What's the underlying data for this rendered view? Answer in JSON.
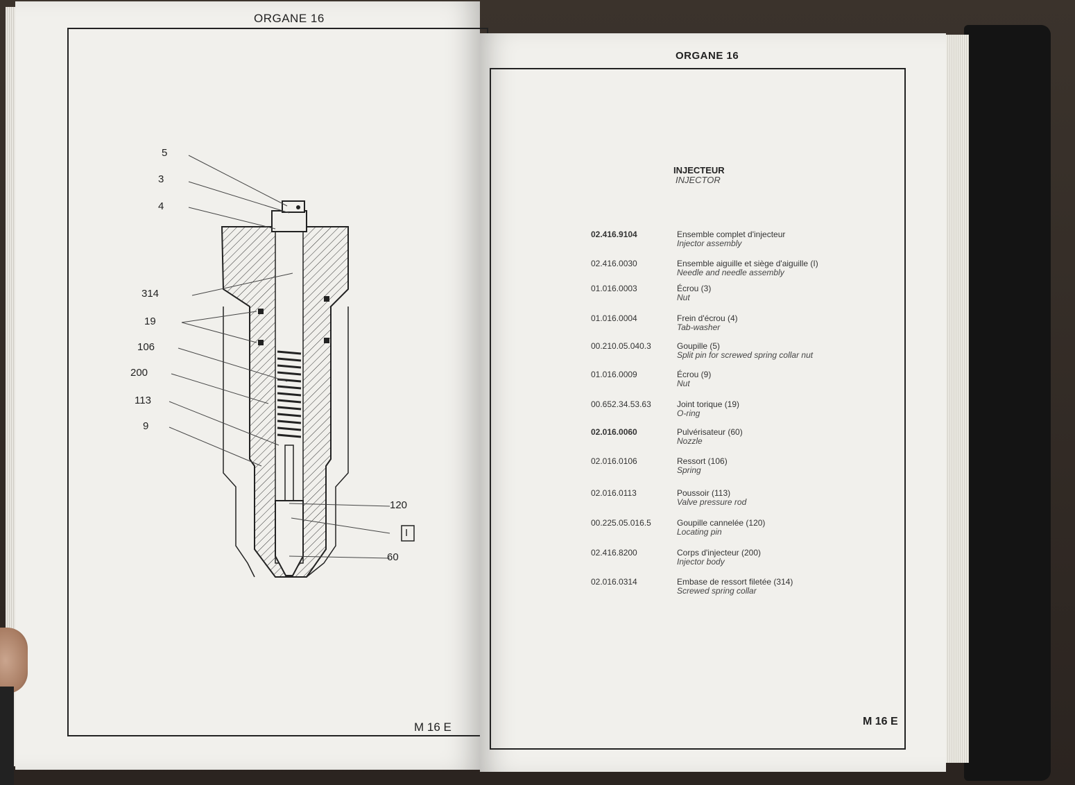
{
  "left_page": {
    "header": "ORGANE 16",
    "footer": "M  16 E",
    "callouts_left": [
      "5",
      "3",
      "4",
      "314",
      "19",
      "106",
      "200",
      "113",
      "9"
    ],
    "callouts_right": [
      "120",
      "I",
      "60"
    ]
  },
  "right_page": {
    "header": "ORGANE 16",
    "title_fr": "INJECTEUR",
    "title_en": "INJECTOR",
    "footer": "M  16 E",
    "parts": [
      {
        "ref": "02.416.9104",
        "fr": "Ensemble complet d'injecteur",
        "en": "Injector assembly"
      },
      {
        "ref": "02.416.0030",
        "fr": "Ensemble aiguille et siège d'aiguille (I)",
        "en": "Needle and needle assembly"
      },
      {
        "ref": "01.016.0003",
        "fr": "Écrou (3)",
        "en": "Nut"
      },
      {
        "ref": "01.016.0004",
        "fr": "Frein d'écrou (4)",
        "en": "Tab-washer"
      },
      {
        "ref": "00.210.05.040.3",
        "fr": "Goupille (5)",
        "en": "Split pin for screwed spring collar nut"
      },
      {
        "ref": "01.016.0009",
        "fr": "Écrou (9)",
        "en": "Nut"
      },
      {
        "ref": "00.652.34.53.63",
        "fr": "Joint torique (19)",
        "en": "O-ring"
      },
      {
        "ref": "02.016.0060",
        "fr": "Pulvérisateur (60)",
        "en": "Nozzle"
      },
      {
        "ref": "02.016.0106",
        "fr": "Ressort (106)",
        "en": "Spring"
      },
      {
        "ref": "02.016.0113",
        "fr": "Poussoir (113)",
        "en": "Valve pressure rod"
      },
      {
        "ref": "00.225.05.016.5",
        "fr": "Goupille cannelée (120)",
        "en": "Locating pin"
      },
      {
        "ref": "02.416.8200",
        "fr": "Corps d'injecteur (200)",
        "en": "Injector body"
      },
      {
        "ref": "02.016.0314",
        "fr": "Embase de ressort filetée (314)",
        "en": "Screwed spring collar"
      }
    ]
  }
}
